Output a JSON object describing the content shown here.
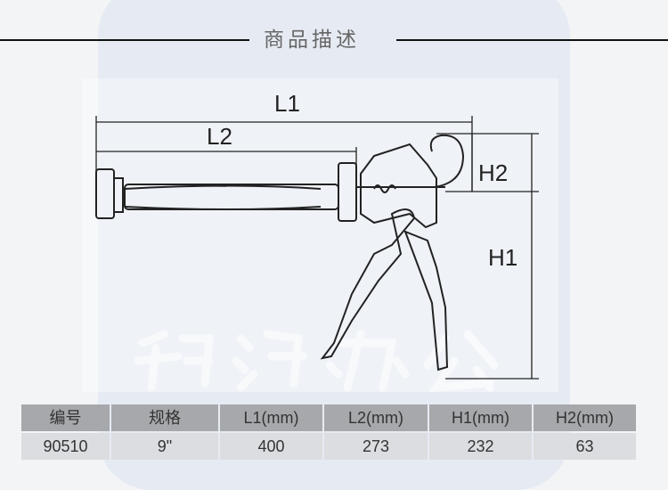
{
  "title": "商品描述",
  "watermark": "锦鸿办公",
  "diagram": {
    "labels": {
      "L1": "L1",
      "L2": "L2",
      "H1": "H1",
      "H2": "H2"
    }
  },
  "table": {
    "headers": [
      "编号",
      "规格",
      "L1(mm)",
      "L2(mm)",
      "H1(mm)",
      "H2(mm)"
    ],
    "rows": [
      [
        "90510",
        "9\"",
        "400",
        "273",
        "232",
        "63"
      ]
    ]
  }
}
